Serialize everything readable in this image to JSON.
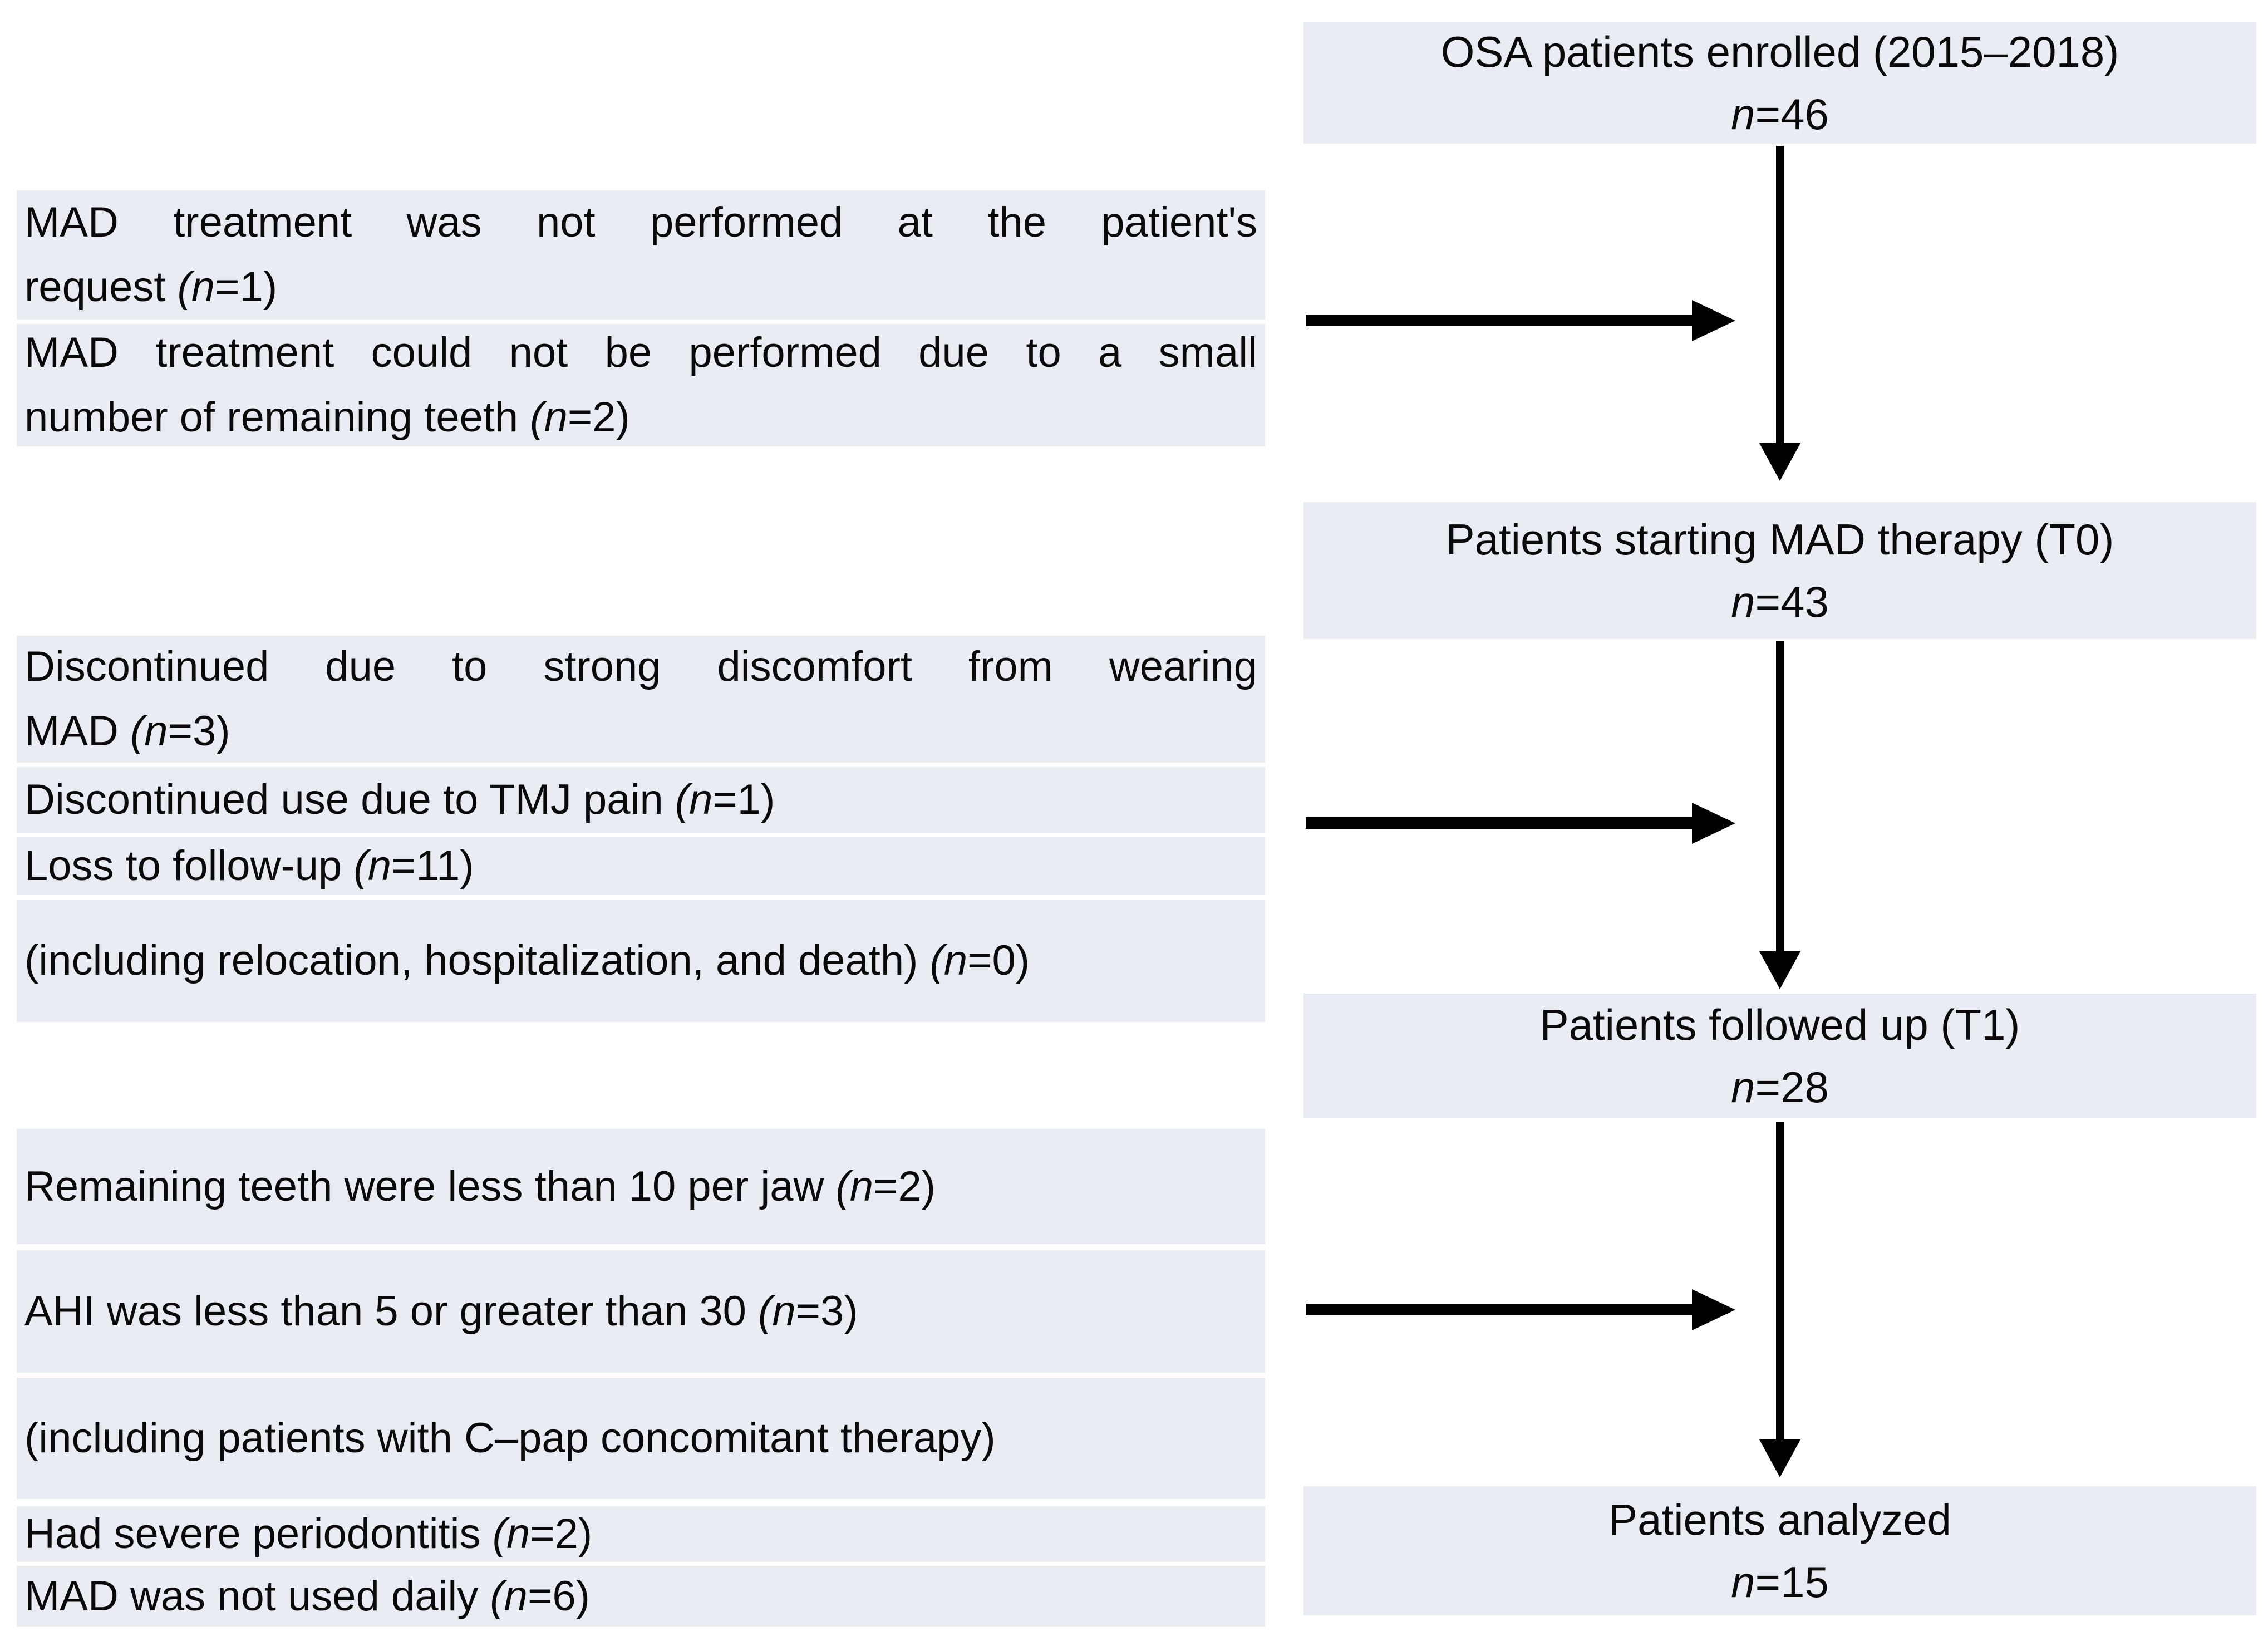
{
  "colors": {
    "box_fill": "#e9ecf3",
    "text": "#0a0a0a",
    "arrow": "#000000",
    "page_bg": "#ffffff"
  },
  "flow_boxes": [
    {
      "title": "OSA patients enrolled (2015–2018)",
      "n": "n",
      "value": "=46"
    },
    {
      "title": "Patients starting MAD therapy (T0)",
      "n": "n",
      "value": "=43"
    },
    {
      "title": "Patients followed up (T1)",
      "n": "n",
      "value": "=28"
    },
    {
      "title": "Patients analyzed",
      "n": "n",
      "value": "=15"
    }
  ],
  "exclusions": [
    {
      "lines": [
        {
          "pre": "MAD treatment was not performed at the patient's"
        },
        {
          "pre": "request ",
          "np": "(n",
          "post": "=1)"
        }
      ]
    },
    {
      "lines": [
        {
          "pre": "MAD treatment could not be performed due to a small"
        },
        {
          "pre": "number of remaining teeth ",
          "np": "(n",
          "post": "=2)"
        }
      ]
    },
    {
      "lines": [
        {
          "pre": "Discontinued due to strong discomfort from wearing"
        },
        {
          "pre": "MAD ",
          "np": "(n",
          "post": "=3)"
        }
      ]
    },
    {
      "lines": [
        {
          "pre": "Discontinued use due to TMJ pain ",
          "np": "(n",
          "post": "=1)"
        }
      ]
    },
    {
      "lines": [
        {
          "pre": "Loss to follow-up ",
          "np": "(n",
          "post": "=11)"
        }
      ]
    },
    {
      "lines": [
        {
          "pre": "(including relocation, hospitalization, and death) ",
          "np": "(n",
          "post": "=0)"
        }
      ]
    },
    {
      "lines": [
        {
          "pre": "Remaining teeth were less than 10 per jaw ",
          "np": "(n",
          "post": "=2)"
        }
      ]
    },
    {
      "lines": [
        {
          "pre": "AHI was less than 5 or greater than 30 ",
          "np": "(n",
          "post": "=3)"
        }
      ]
    },
    {
      "lines": [
        {
          "pre": "(including patients with C–pap concomitant therapy)"
        }
      ]
    },
    {
      "lines": [
        {
          "pre": "Had severe periodontitis ",
          "np": "(n",
          "post": "=2)"
        }
      ]
    },
    {
      "lines": [
        {
          "pre": "MAD was not used daily ",
          "np": "(n",
          "post": "=6)"
        }
      ]
    }
  ]
}
